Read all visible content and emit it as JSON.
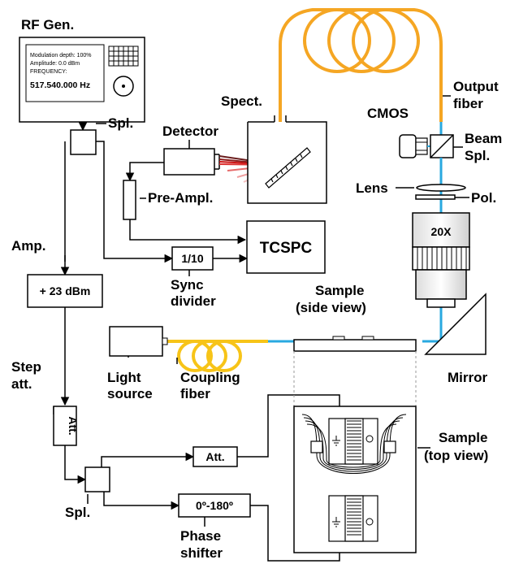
{
  "labels": {
    "rf_gen": "RF Gen.",
    "spl_top": "Spl.",
    "detector": "Detector",
    "spect": "Spect.",
    "pre_ampl": "Pre-Ampl.",
    "amp": "Amp.",
    "sync_line1": "Sync",
    "sync_line2": "divider",
    "sample_side_line1": "Sample",
    "sample_side_line2": "(side view)",
    "light_line1": "Light",
    "light_line2": "source",
    "coupling_line1": "Coupling",
    "coupling_line2": "fiber",
    "step_line1": "Step",
    "step_line2": "att.",
    "spl_bottom": "Spl.",
    "phase_line1": "Phase",
    "phase_line2": "shifter",
    "sample_top_line1": "Sample",
    "sample_top_line2": "(top view)",
    "mirror": "Mirror",
    "pol": "Pol.",
    "lens": "Lens",
    "cmos": "CMOS",
    "beam_line1": "Beam",
    "beam_line2": "Spl.",
    "output_line1": "Output",
    "output_line2": "fiber"
  },
  "boxes": {
    "tcspc": "TCSPC",
    "divider": "1/10",
    "amp_value": "+ 23 dBm",
    "att_vertical": "Att.",
    "att": "Att.",
    "phase": "0º-180º",
    "objective": "20X"
  },
  "rf_display": {
    "line1": "Modulation depth: 100%",
    "line2": "Amplitude: 0.0 dBm",
    "line3": "FREQUENCY:",
    "frequency": "517.540.000 Hz"
  },
  "colors": {
    "fiber_orange": "#f5a623",
    "fiber_yellow": "#f7c418",
    "light_blue": "#29a9e0",
    "laser_red": "#cc1111",
    "line": "#000000"
  }
}
